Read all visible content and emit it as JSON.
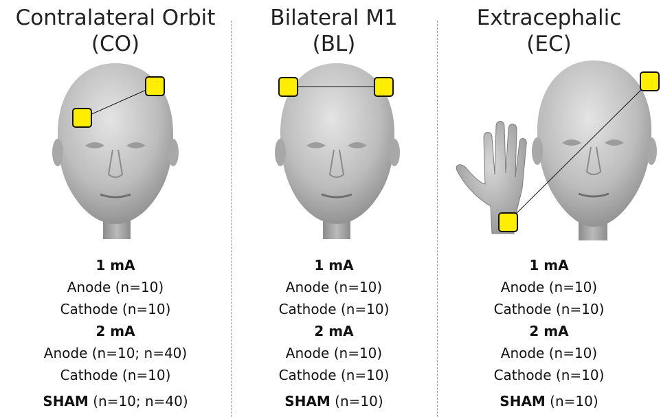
{
  "colors": {
    "electrode": "#ffee00",
    "electrode_border": "#111111",
    "skin": "#c8c8c8",
    "divider": "#9a9a9a"
  },
  "panels": [
    {
      "title_line1": "Contralateral Orbit",
      "title_line2": "(CO)",
      "dose1": "1 mA",
      "dose1_anode": "Anode (n=10)",
      "dose1_cathode": "Cathode (n=10)",
      "dose2": "2 mA",
      "dose2_anode": "Anode (n=10; n=40)",
      "dose2_cathode": "Cathode (n=10)",
      "sham_label": "SHAM",
      "sham_value": " (n=10; n=40)"
    },
    {
      "title_line1": "Bilateral M1",
      "title_line2": "(BL)",
      "dose1": "1 mA",
      "dose1_anode": "Anode (n=10)",
      "dose1_cathode": "Cathode (n=10)",
      "dose2": "2 mA",
      "dose2_anode": "Anode (n=10)",
      "dose2_cathode": "Cathode (n=10)",
      "sham_label": "SHAM",
      "sham_value": " (n=10)"
    },
    {
      "title_line1": "Extracephalic",
      "title_line2": "(EC)",
      "dose1": "1 mA",
      "dose1_anode": "Anode (n=10)",
      "dose1_cathode": "Cathode (n=10)",
      "dose2": "2 mA",
      "dose2_anode": "Anode (n=10)",
      "dose2_cathode": "Cathode (n=10)",
      "sham_label": "SHAM",
      "sham_value": " (n=10)"
    }
  ]
}
